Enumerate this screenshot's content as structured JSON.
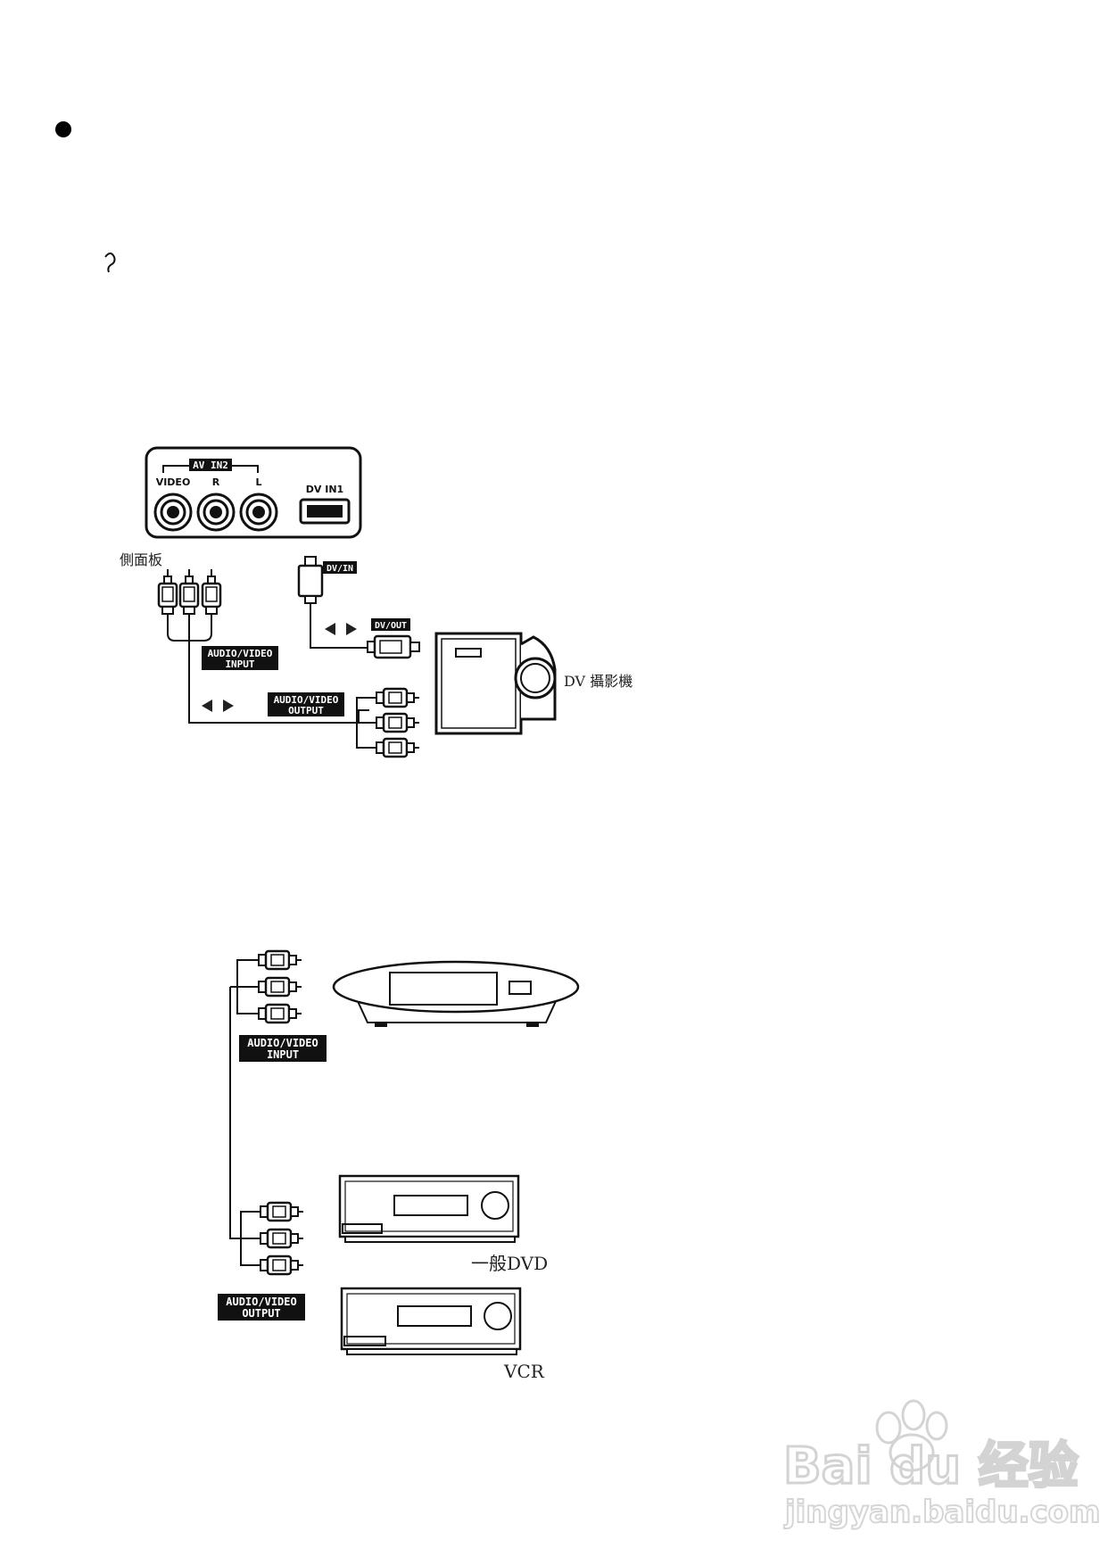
{
  "panel": {
    "group_label": "AV IN2",
    "jack_labels": [
      "VIDEO",
      "R",
      "L"
    ],
    "dv_label": "DV IN1"
  },
  "top_diagram": {
    "side_panel_caption": "側面板",
    "dv_in_tag": "DV/IN",
    "dv_out_tag": "DV/OUT",
    "av_input_tag": [
      "AUDIO/VIDEO",
      "INPUT"
    ],
    "av_output_tag": [
      "AUDIO/VIDEO",
      "OUTPUT"
    ],
    "camcorder_caption": "DV 攝影機"
  },
  "bottom_diagram": {
    "av_input_tag": [
      "AUDIO/VIDEO",
      "INPUT"
    ],
    "av_output_tag": [
      "AUDIO/VIDEO",
      "OUTPUT"
    ],
    "dvd_caption": "一般DVD",
    "vcr_caption": "VCR"
  },
  "watermark": {
    "brand": "Bai du 经验",
    "url": "jingyan.baidu.com"
  }
}
